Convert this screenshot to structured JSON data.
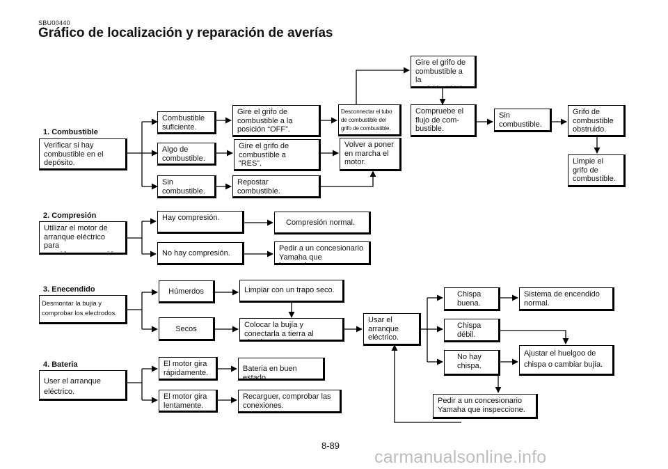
{
  "header": {
    "code": "SBU00440",
    "title": "Gráfico de localización y reparación de averías"
  },
  "sections": {
    "fuel": {
      "heading": "1. Combustible",
      "start": "Verificar si hay\ncombustible en el\ndepósito.",
      "enough": "Combustible\nsuficiente.",
      "some": "Algo de\ncombustible.",
      "none": "Sin\ncombustible.",
      "turn_off": "Gire  el  grifo  de\ncombustible a la\nposición “OFF”.",
      "turn_res": "Gire el  grifo de\ncombustible a\n  “RES”.",
      "refuel": "Repostar\ncombustible.",
      "disconnect": "Desconnectar el tubo\nde combustible del\ngrifo de combustible.",
      "restart": "Volver a poner\nen marcha el\nmotor.",
      "turn_on": "Gire el grifo de\ncombustible a la\nposición “ON”.",
      "check_flow": "Compruebe  el\nflujo  de  com-\nbustible.",
      "no_fuel": "Sin\ncombustible.",
      "clogged": "Grifo de\ncombustible\nobstruido.",
      "clean": "Limpie el\ngrifo de\ncombustible."
    },
    "compression": {
      "heading": "2. Compresión",
      "start": "Utilizar  el  motor  de\narranque eléctrico para\nver si hay compresión.",
      "yes": "Hay compresión.",
      "no": "No hay compresión.",
      "normal": "Compresión normal.",
      "dealer": "Pedir a un concesionario\nYamaha que inspeccione."
    },
    "ignition": {
      "heading": "3. Enecendido",
      "start": "Desmontar  la  bujía  y\ncomprobar los electrodos.",
      "wet": "Húmerdos",
      "wipe": "Limpiar con un trapo seco.",
      "dry": "Secos",
      "ground": "Colocar la bujía y\nconectarla a tierra al chasis.",
      "use_starter": "Usar el\narranque\neléctrico.",
      "good_spark": "Chispa\nbuena.",
      "weak_spark": "Chispa\ndébil.",
      "no_spark": "No  hay\nchispa.",
      "system_ok": "Sistema de encendido\nnormal.",
      "adjust": "Ajustar  el  huelgoo  de\nchispa o cambiar bujía.",
      "dealer": "Pedir a un concesionario\nYamaha que inspeccione."
    },
    "battery": {
      "heading": "4. Bateria",
      "start": "User el arranque\neléctrico.",
      "fast": "El motor gira\nrápidamente.",
      "slow": "El motor gira\n  lentamente.",
      "good": "Bateria en buen estado.",
      "recharge": "Recarguer,  comprobar las\nconexiones."
    }
  },
  "footer": {
    "page_number": "8-89",
    "watermark": "carmanualsonline.info"
  }
}
